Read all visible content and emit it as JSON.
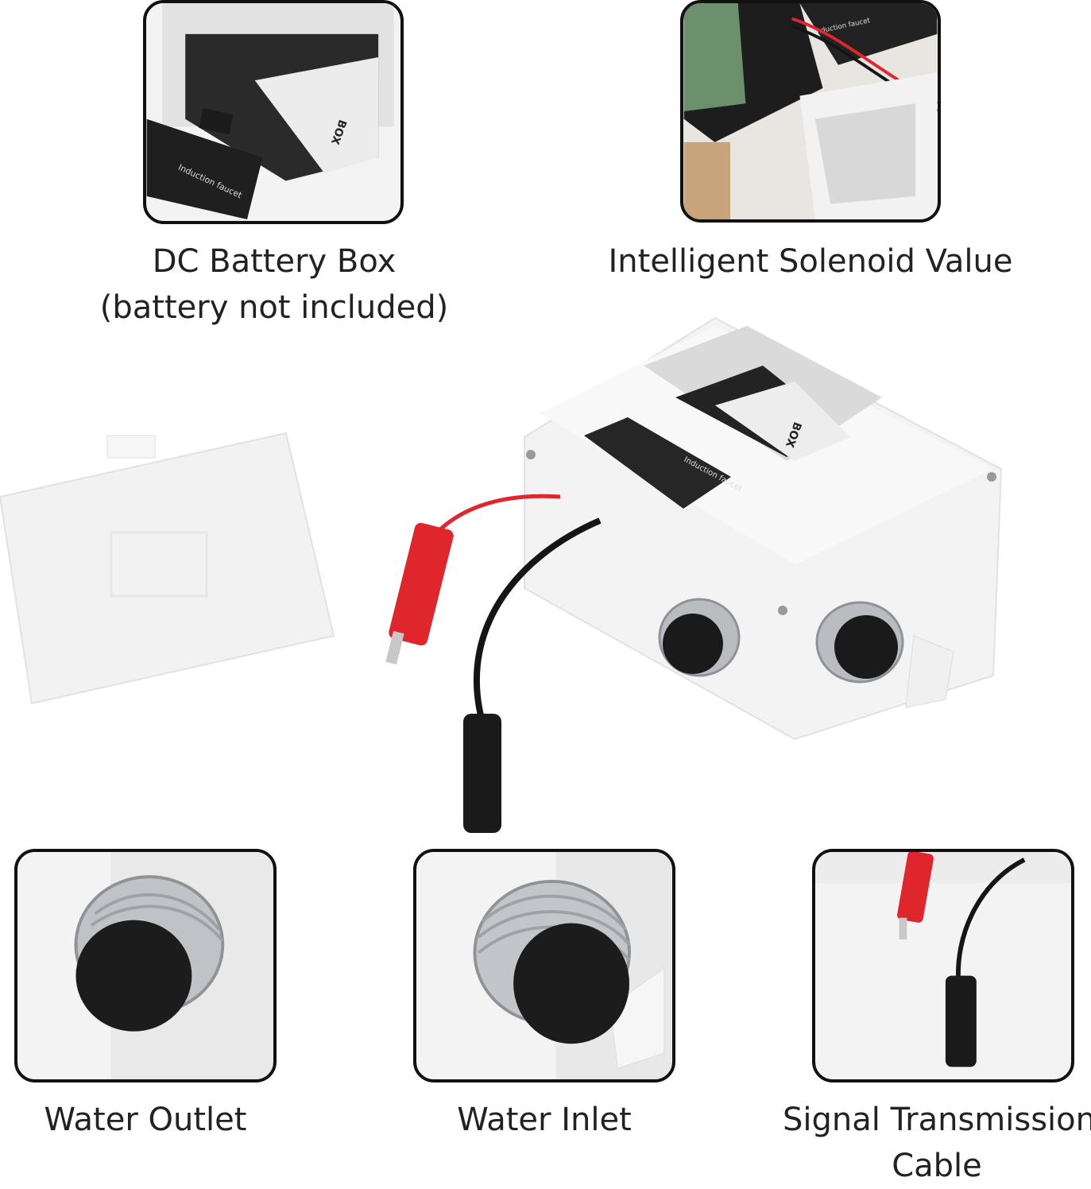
{
  "thumbnails": [
    {
      "caption": [
        "DC Battery Box",
        "(battery not included)"
      ]
    },
    {
      "caption": [
        "Intelligent Solenoid Value"
      ]
    },
    {
      "caption": [
        "Water Outlet"
      ]
    },
    {
      "caption": [
        "Water Inlet"
      ]
    },
    {
      "caption": [
        "Signal Transmission",
        "Cable"
      ]
    }
  ],
  "labels": {
    "box_label_text": "BOX",
    "sticker_text": "Induction faucet"
  },
  "colors": {
    "border": "#111111",
    "cable_red": "#e0262d",
    "cable_black": "#151515",
    "metal": "#bfc2c6",
    "plastic_white": "#f3f3f3"
  }
}
